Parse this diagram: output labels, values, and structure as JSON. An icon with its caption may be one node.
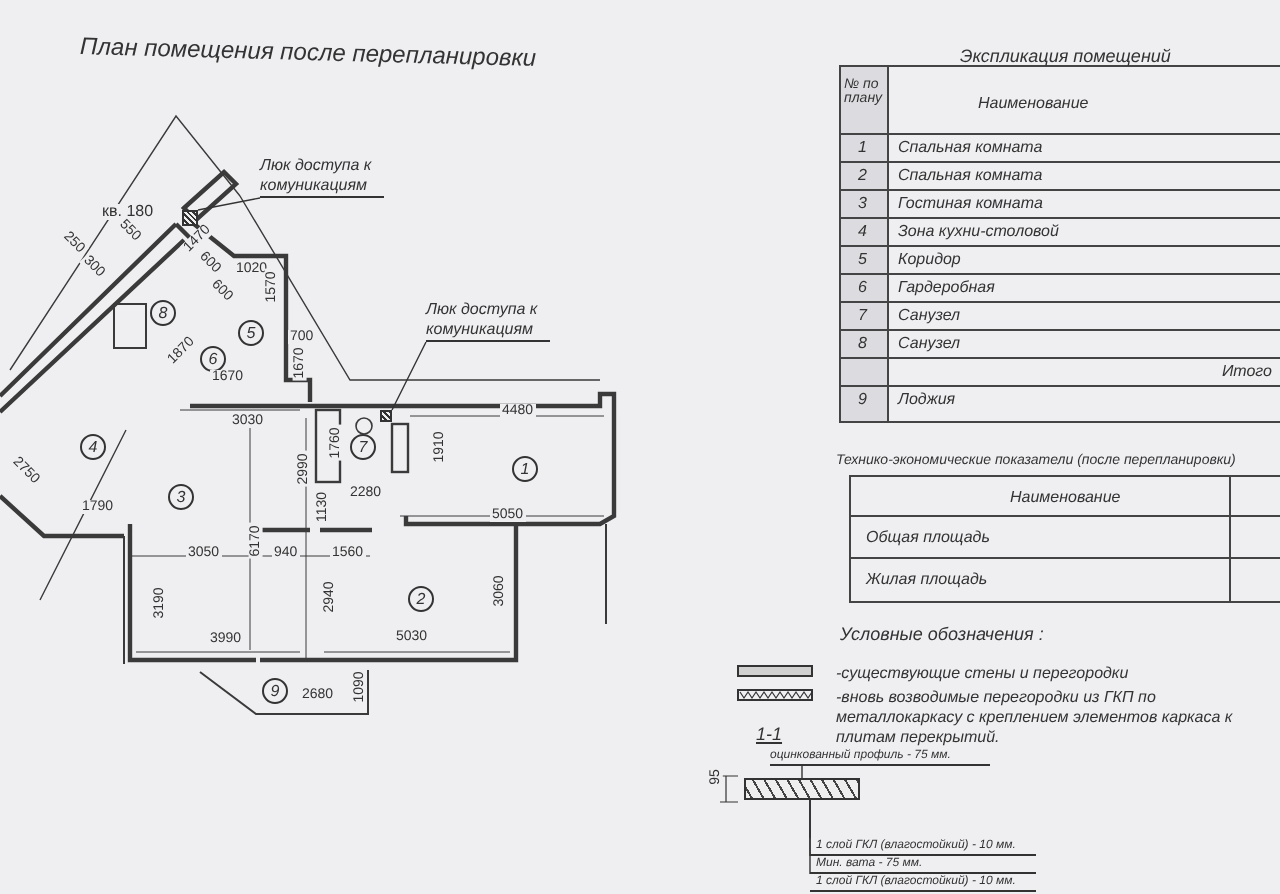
{
  "diagram": {
    "title": "План помещения после перепланировки",
    "nodes": [
      {
        "text": [
          "Люк доступа к комуникациям"
        ]
      },
      {
        "text": [],
        "shape": "box"
      },
      {
        "text": [
          "Люк доступа к комуникациям"
        ]
      },
      {
        "text": [],
        "shape": "box"
      },
      {
        "text": [
          "оцинкованный профиль - 75 мм."
        ]
      },
      {
        "text": [],
        "shape": "box"
      },
      {
        "text": [
          "1 слой ГКЛ (влагостойкий) - 10 мм."
        ]
      },
      {
        "text": [
          "Мин. вата - 75 мм."
        ]
      },
      {
        "text": [
          "1 слой ГКЛ (влагостойкий) - 10 мм."
        ]
      }
    ],
    "edges": [
      {
        "from": 0,
        "to": 1,
        "arrow": "none"
      },
      {
        "from": 2,
        "to": 3,
        "arrow": "none"
      },
      {
        "from": 4,
        "to": 5,
        "arrow": "none"
      },
      {
        "from": 6,
        "to": 5,
        "arrow": "none"
      },
      {
        "from": 7,
        "to": 5,
        "arrow": "none"
      },
      {
        "from": 8,
        "to": 5,
        "arrow": "none"
      }
    ],
    "labels": [
      "кв. 180",
      "250",
      "300",
      "550",
      "1470",
      "600",
      "600",
      "1020",
      "1570",
      "8",
      "5",
      "700",
      "1870",
      "6",
      "1670",
      "1670",
      "3030",
      "4480",
      "1760",
      "7",
      "1910",
      "4",
      "1",
      "2990",
      "3",
      "2750",
      "2280",
      "1130",
      "1790",
      "5050",
      "6170",
      "3050",
      "940",
      "1560",
      "2",
      "3190",
      "2940",
      "3060",
      "3990",
      "5030",
      "9",
      "2680",
      "1090",
      "Экспликация помещений",
      "№ по плану",
      "Наименование",
      "1",
      "Спальная комната",
      "2",
      "Спальная комната",
      "3",
      "Гостиная комната",
      "4",
      "Зона кухни-столовой",
      "5",
      "Коридор",
      "6",
      "Гардеробная",
      "7",
      "Санузел",
      "8",
      "Санузел",
      "Итого",
      "9",
      "Лоджия",
      "Технико-экономические показатели (после перепланировки)",
      "Наименование",
      "Общая площадь",
      "Жилая площадь",
      "Условные обозначения :",
      "1-1",
      "95"
    ],
    "legend": [
      {
        "text": "-существующие стены и перегородки"
      },
      {
        "text": "-вновь возводимые перегородки из ГКП по металлокаркасу с креплением элементов каркаса к плитам перекрытий."
      }
    ]
  }
}
